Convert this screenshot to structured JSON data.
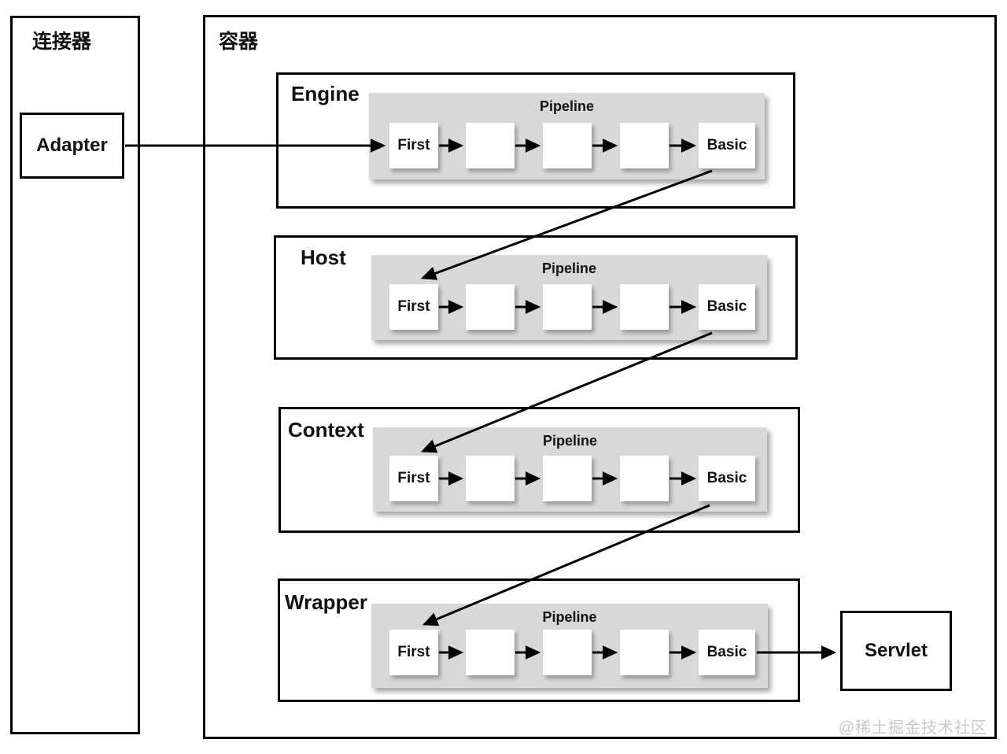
{
  "diagram": {
    "connector": {
      "title": "连接器",
      "adapter_label": "Adapter"
    },
    "container": {
      "title": "容器"
    },
    "sections": [
      {
        "name": "Engine",
        "pipeline_label": "Pipeline",
        "first_label": "First",
        "basic_label": "Basic"
      },
      {
        "name": "Host",
        "pipeline_label": "Pipeline",
        "first_label": "First",
        "basic_label": "Basic"
      },
      {
        "name": "Context",
        "pipeline_label": "Pipeline",
        "first_label": "First",
        "basic_label": "Basic"
      },
      {
        "name": "Wrapper",
        "pipeline_label": "Pipeline",
        "first_label": "First",
        "basic_label": "Basic"
      }
    ],
    "servlet_label": "Servlet",
    "watermark": "@稀土掘金技术社区"
  },
  "colors": {
    "line": "#000000",
    "pipeline_bg": "#d8d8d8",
    "box_bg": "#ffffff",
    "watermark": "#c8c8c8",
    "background": "#ffffff"
  }
}
